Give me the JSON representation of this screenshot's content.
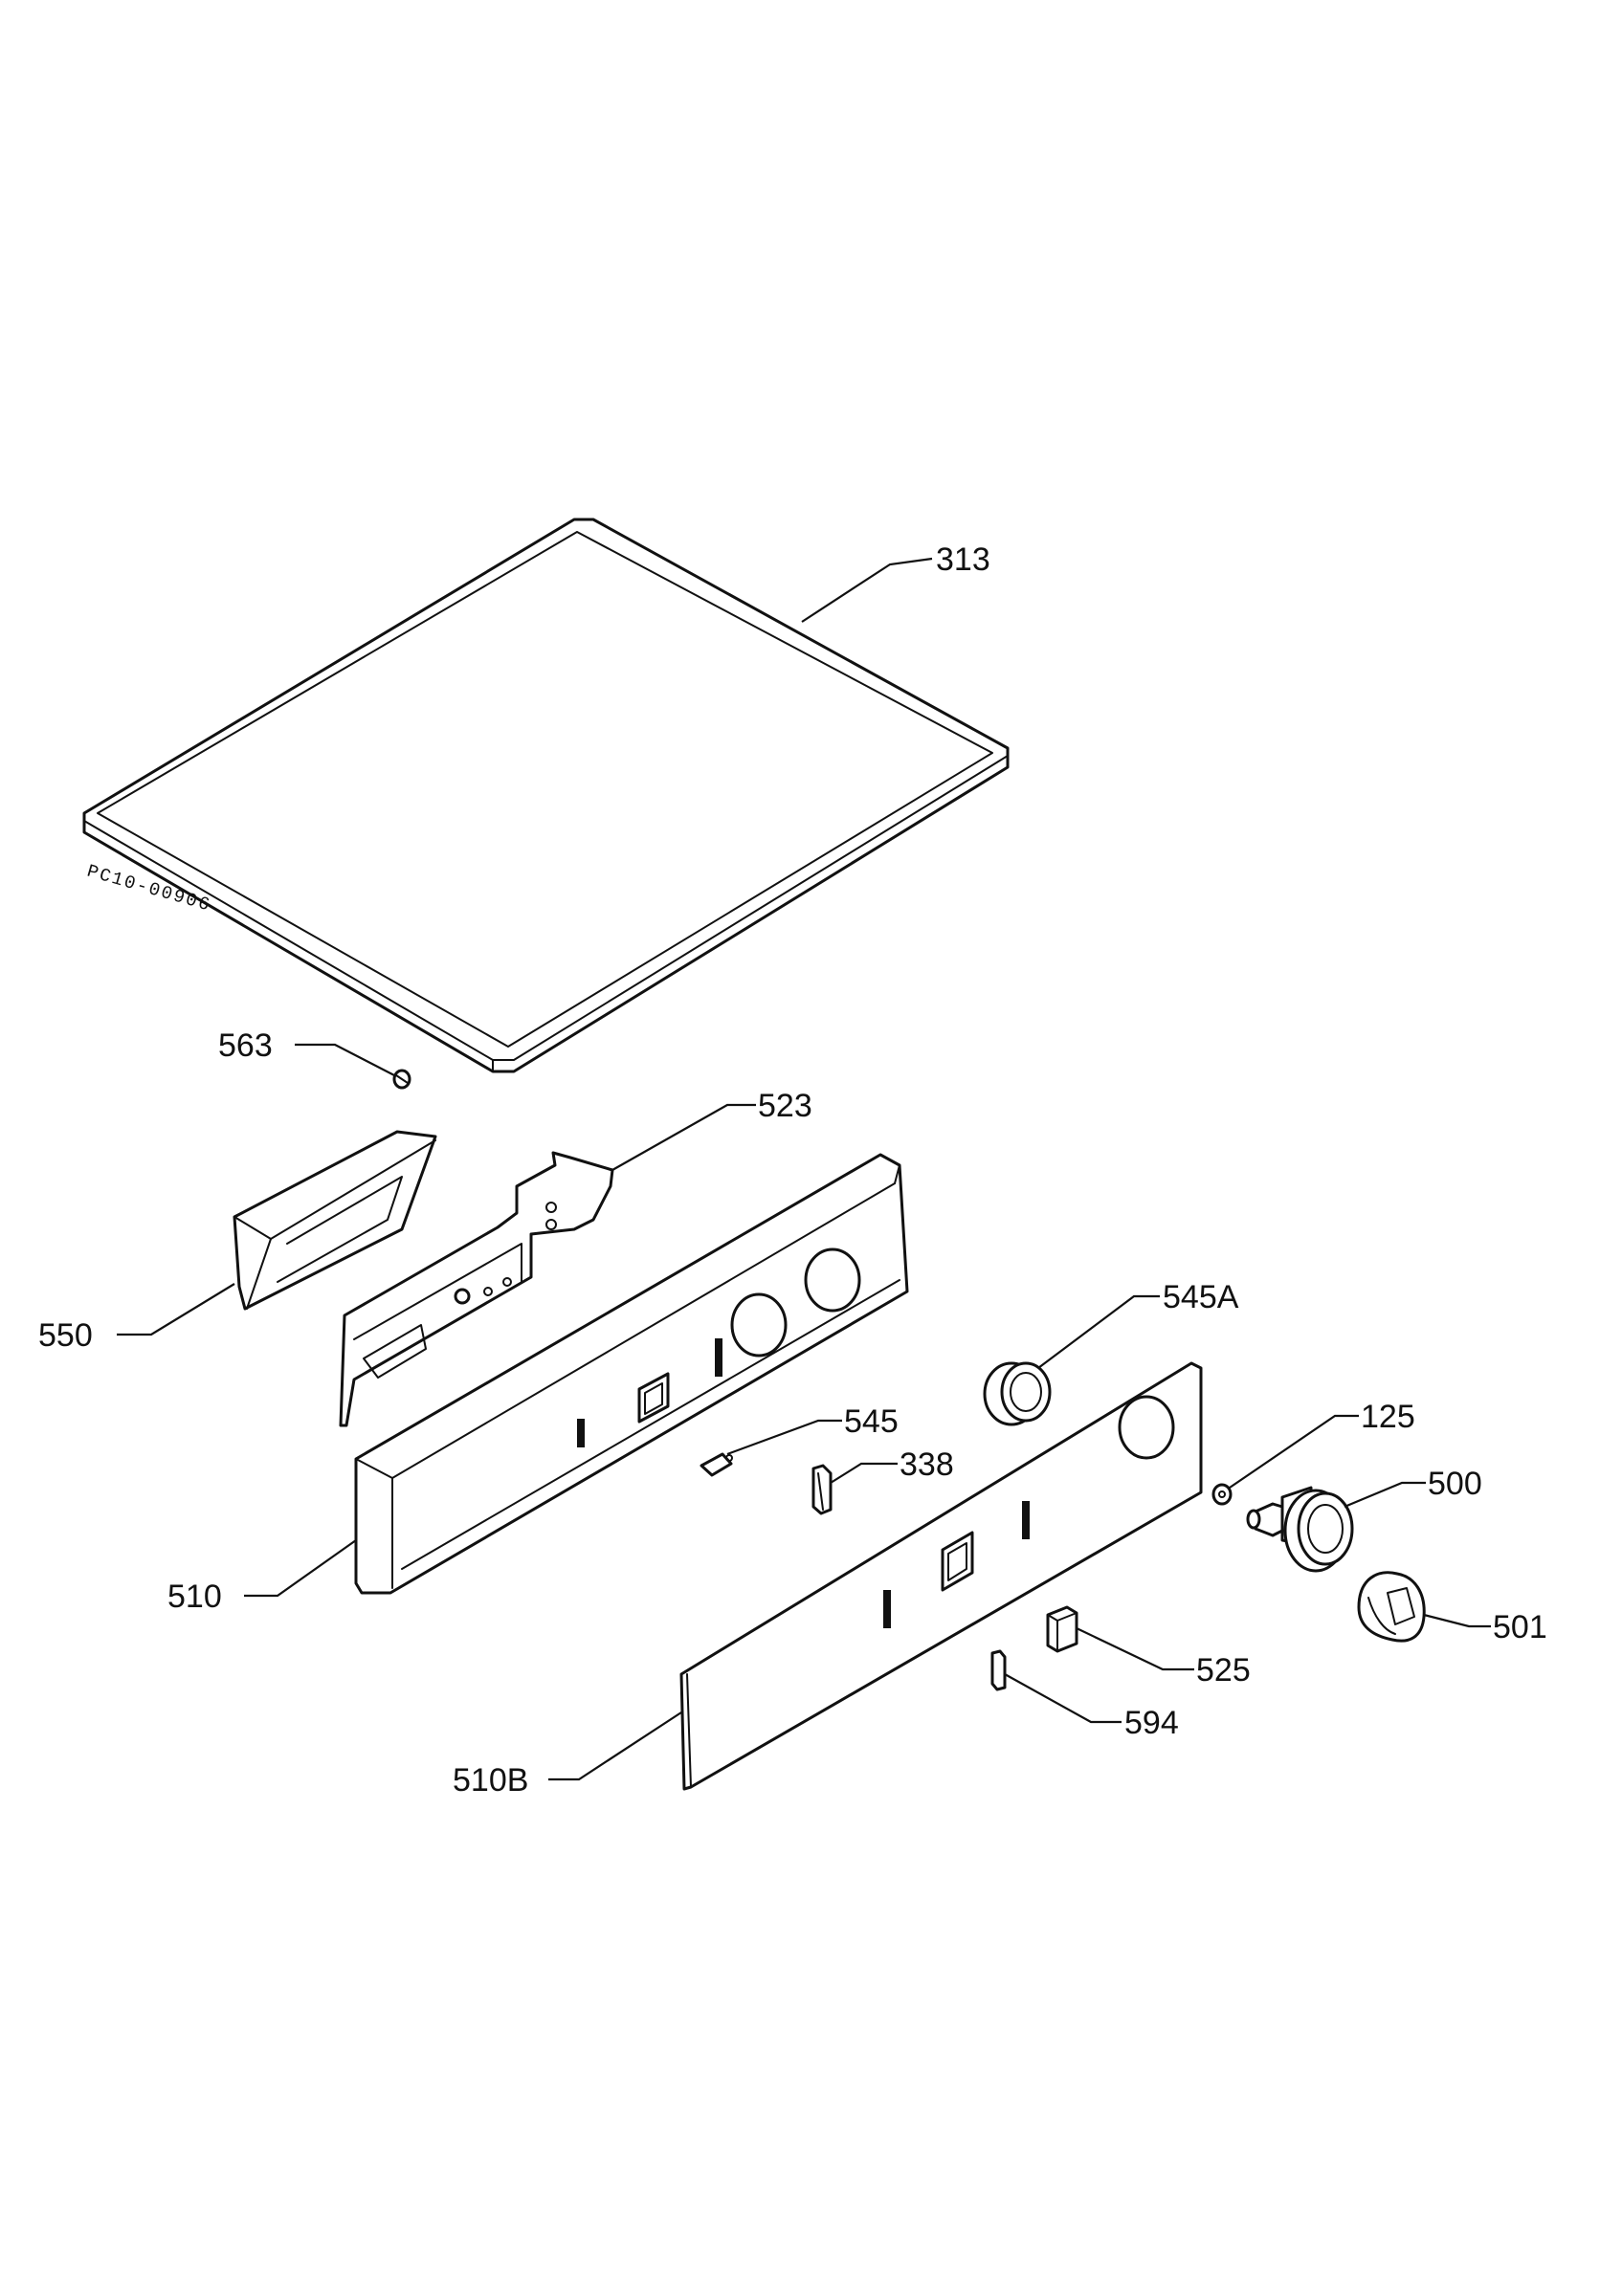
{
  "diagram": {
    "drawing_code": "PC10-00906",
    "callouts": [
      {
        "id": "313",
        "label": "313"
      },
      {
        "id": "563",
        "label": "563"
      },
      {
        "id": "523",
        "label": "523"
      },
      {
        "id": "550",
        "label": "550"
      },
      {
        "id": "545A",
        "label": "545A"
      },
      {
        "id": "125",
        "label": "125"
      },
      {
        "id": "545",
        "label": "545"
      },
      {
        "id": "338",
        "label": "338"
      },
      {
        "id": "500",
        "label": "500"
      },
      {
        "id": "510",
        "label": "510"
      },
      {
        "id": "501",
        "label": "501"
      },
      {
        "id": "525",
        "label": "525"
      },
      {
        "id": "594",
        "label": "594"
      },
      {
        "id": "510B",
        "label": "510B"
      }
    ]
  }
}
